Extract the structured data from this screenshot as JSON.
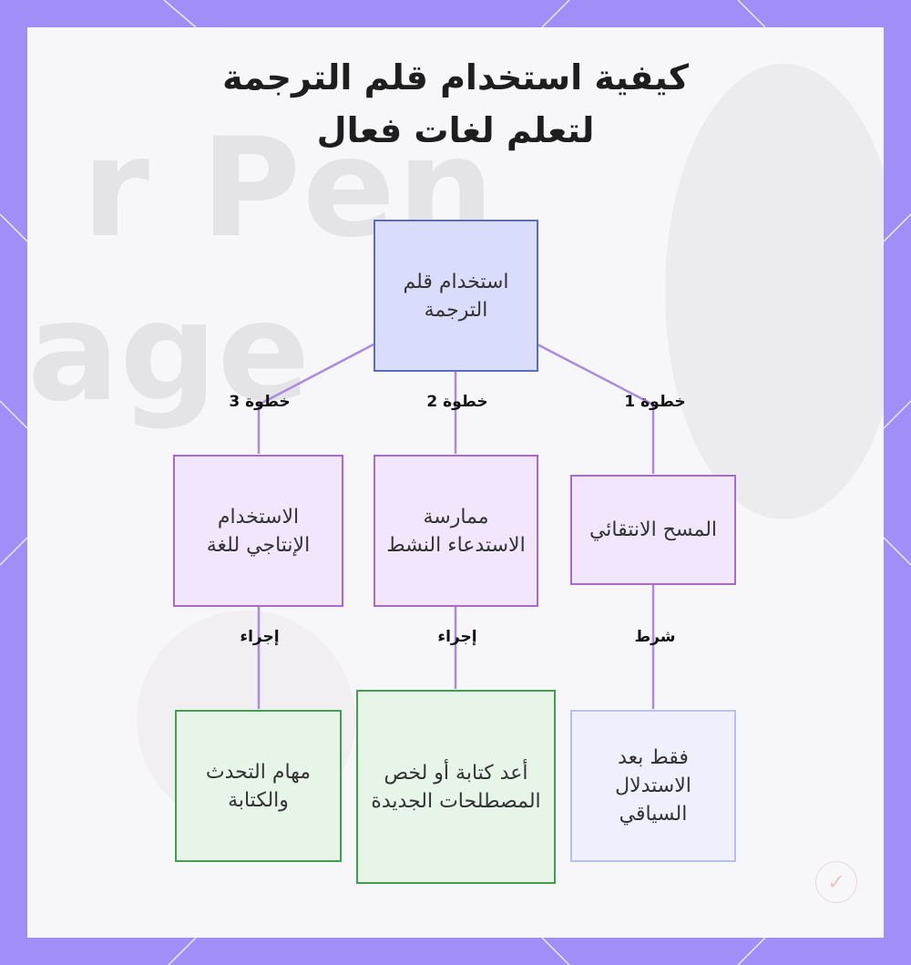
{
  "title": {
    "line1": "كيفية استخدام قلم الترجمة",
    "line2": "لتعلم لغات فعال"
  },
  "nodes": {
    "root": "استخدام قلم الترجمة",
    "step1": "المسح الانتقائي",
    "step2": "ممارسة الاستدعاء النشط",
    "step3": "الاستخدام الإنتاجي للغة",
    "leaf1": "فقط بعد الاستدلال السياقي",
    "leaf2": "أعد كتابة أو لخص المصطلحات الجديدة",
    "leaf3": "مهام التحدث والكتابة"
  },
  "edges": {
    "root_step1": "خطوة 1",
    "root_step2": "خطوة 2",
    "root_step3": "خطوة 3",
    "step1_leaf1": "شرط",
    "step2_leaf2": "إجراء",
    "step3_leaf3": "إجراء"
  },
  "colors": {
    "frame": "#a18ff7",
    "edge": "#a98be0",
    "root_fill": "#d9ddfb",
    "step_fill": "#f1e6fb",
    "leaf_green_fill": "#e7f4e8",
    "leaf_blue_fill": "#eef1fd"
  },
  "logo": {
    "icon": "brand-logo-icon"
  }
}
